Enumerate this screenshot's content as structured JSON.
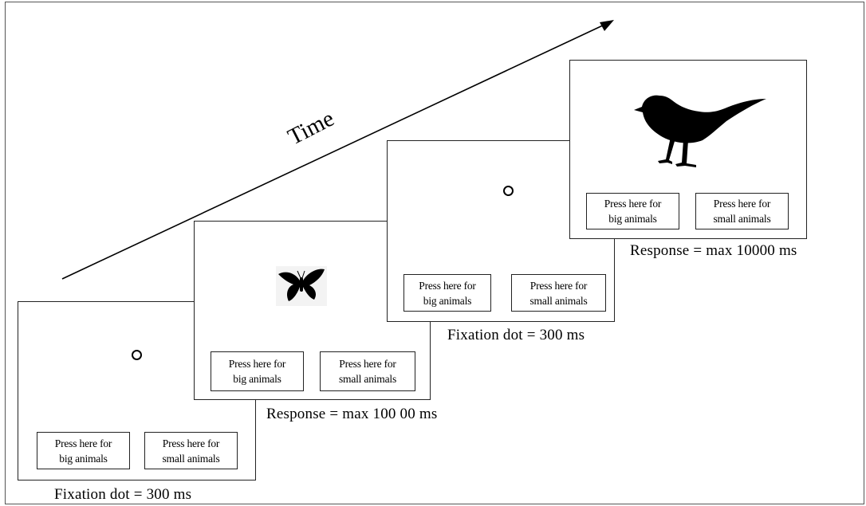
{
  "time_label": "Time",
  "screens": [
    {
      "stimulus": "fixation-dot",
      "big_button": [
        "Press here for",
        "big animals"
      ],
      "small_button": [
        "Press here for",
        "small animals"
      ],
      "caption": "Fixation dot = 300 ms"
    },
    {
      "stimulus": "butterfly-icon",
      "big_button": [
        "Press here for",
        "big animals"
      ],
      "small_button": [
        "Press here for",
        "small animals"
      ],
      "caption": "Response = max 100 00 ms"
    },
    {
      "stimulus": "fixation-dot",
      "big_button": [
        "Press here for",
        "big animals"
      ],
      "small_button": [
        "Press here for",
        "small animals"
      ],
      "caption": "Fixation dot = 300 ms"
    },
    {
      "stimulus": "bird-icon",
      "big_button": [
        "Press here for",
        "big animals"
      ],
      "small_button": [
        "Press here for",
        "small animals"
      ],
      "caption": "Response =  max 10000 ms"
    }
  ]
}
